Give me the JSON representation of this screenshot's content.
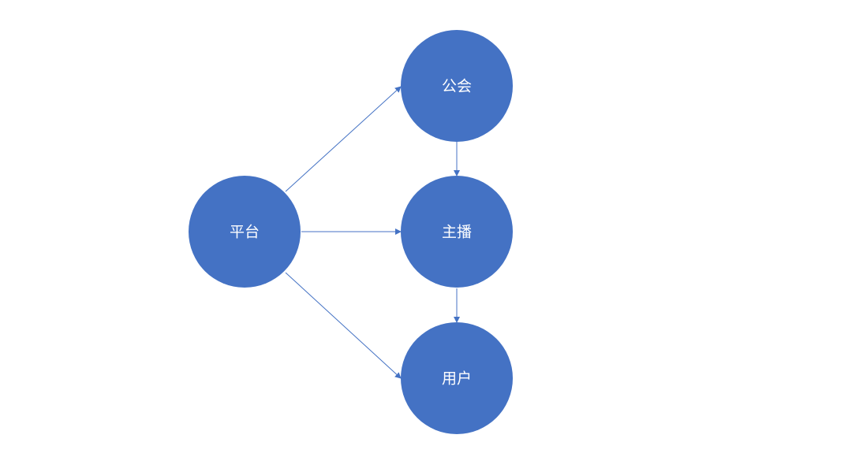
{
  "colors": {
    "node_fill": "#4472C4",
    "edge_stroke": "#4472C4",
    "label_color": "#FFFFFF",
    "background": "#FFFFFF"
  },
  "nodes": {
    "platform": {
      "label": "平台"
    },
    "guild": {
      "label": "公会"
    },
    "streamer": {
      "label": "主播"
    },
    "user": {
      "label": "用户"
    }
  },
  "edges": [
    {
      "from": "platform",
      "to": "guild"
    },
    {
      "from": "platform",
      "to": "streamer"
    },
    {
      "from": "platform",
      "to": "user"
    },
    {
      "from": "guild",
      "to": "streamer"
    },
    {
      "from": "streamer",
      "to": "user"
    }
  ]
}
